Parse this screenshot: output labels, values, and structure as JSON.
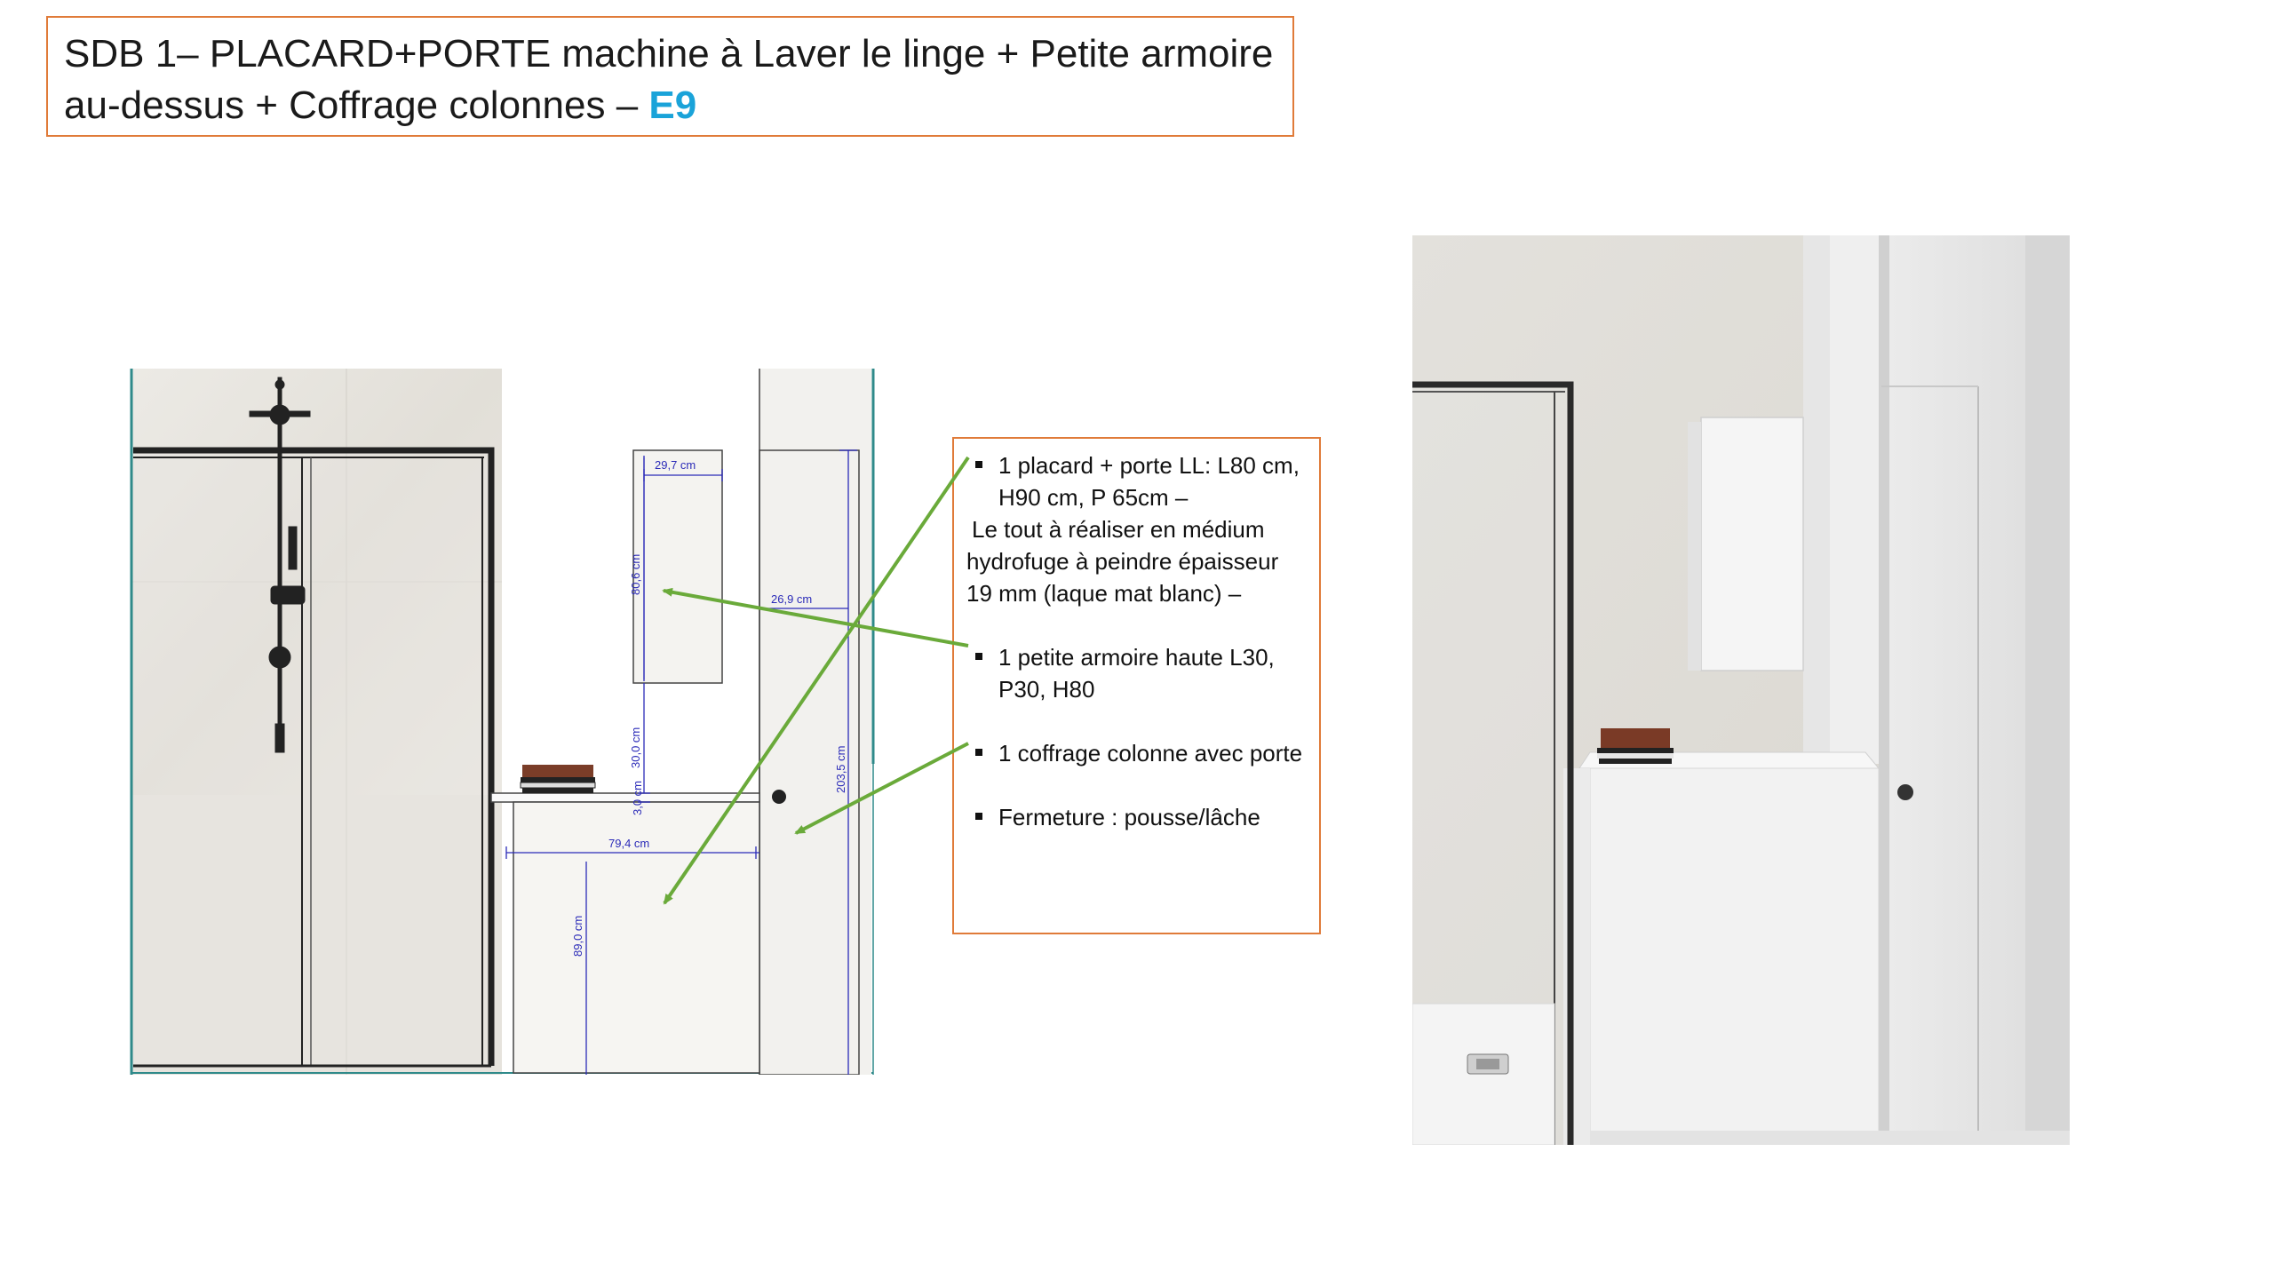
{
  "title": {
    "line1": "SDB 1– PLACARD+PORTE machine à Laver le linge + Petite armoire",
    "line2": "au-dessus + Coffrage colonnes  –",
    "code": "E9"
  },
  "notes": {
    "item1": "1 placard + porte LL: L80 cm, H90 cm, P 65cm –",
    "item1_detail": "Le tout à réaliser en médium hydrofuge à peindre épaisseur 19 mm (laque mat blanc) –",
    "item2": "1 petite armoire haute L30, P30, H80",
    "item3": "1 coffrage colonne avec porte",
    "item4": "Fermeture : pousse/lâche"
  },
  "dimensions": {
    "cabinet_width": "29,7 cm",
    "cabinet_height": "80,6 cm",
    "column_width": "26,9 cm",
    "gap_height": "30,0 cm",
    "top_thickness": "3,0 cm",
    "column_height": "203,5 cm",
    "placard_width": "79,4 cm",
    "placard_height": "89,0 cm"
  },
  "colors": {
    "frame_border": "#e07b39",
    "code_color": "#1aa3d9",
    "arrow_color": "#6aaa3a",
    "dimension_color": "#2b2bb8"
  }
}
